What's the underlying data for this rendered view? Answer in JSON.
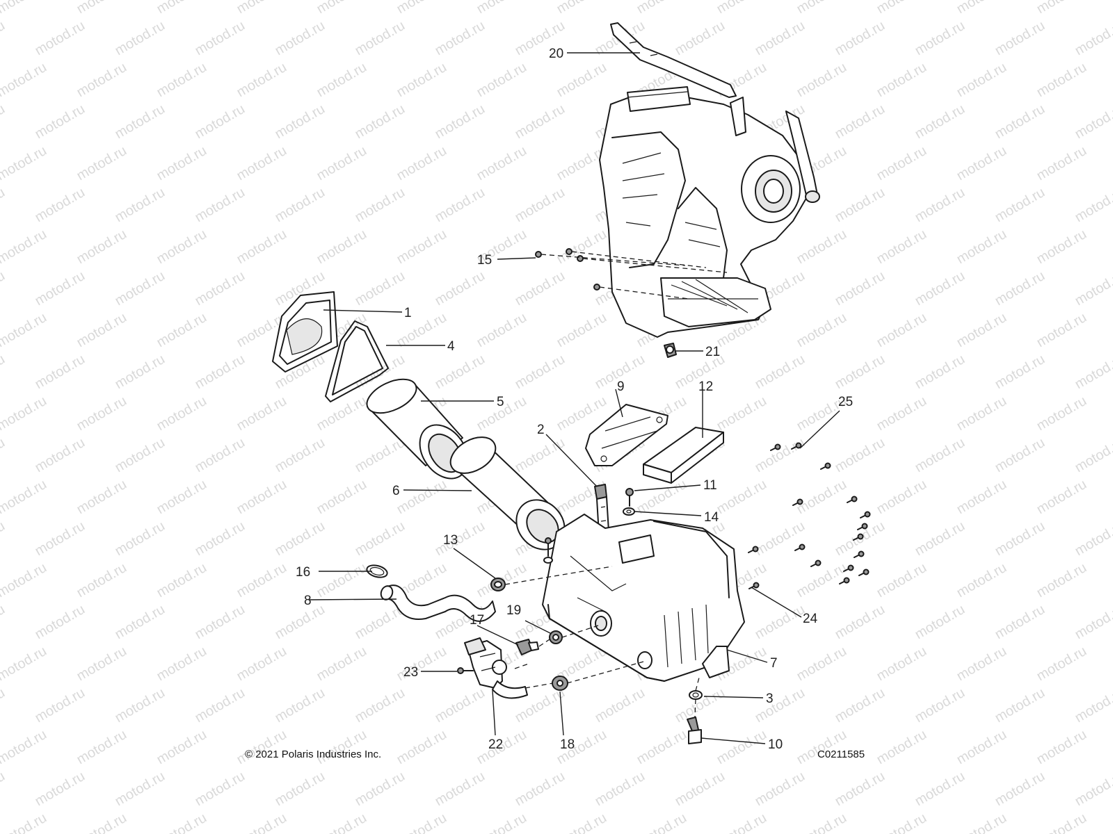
{
  "watermark": "motod.ru",
  "copyright": "© 2021 Polaris Industries Inc.",
  "figure_code": "C0211585",
  "callouts": {
    "c1": "1",
    "c2": "2",
    "c3": "3",
    "c4": "4",
    "c5": "5",
    "c6": "6",
    "c7": "7",
    "c8": "8",
    "c9": "9",
    "c10": "10",
    "c11": "11",
    "c12": "12",
    "c13": "13",
    "c14": "14",
    "c15": "15",
    "c16": "16",
    "c17": "17",
    "c18": "18",
    "c19": "19",
    "c20": "20",
    "c21": "21",
    "c22": "22",
    "c23": "23",
    "c24": "24",
    "c25": "25"
  }
}
